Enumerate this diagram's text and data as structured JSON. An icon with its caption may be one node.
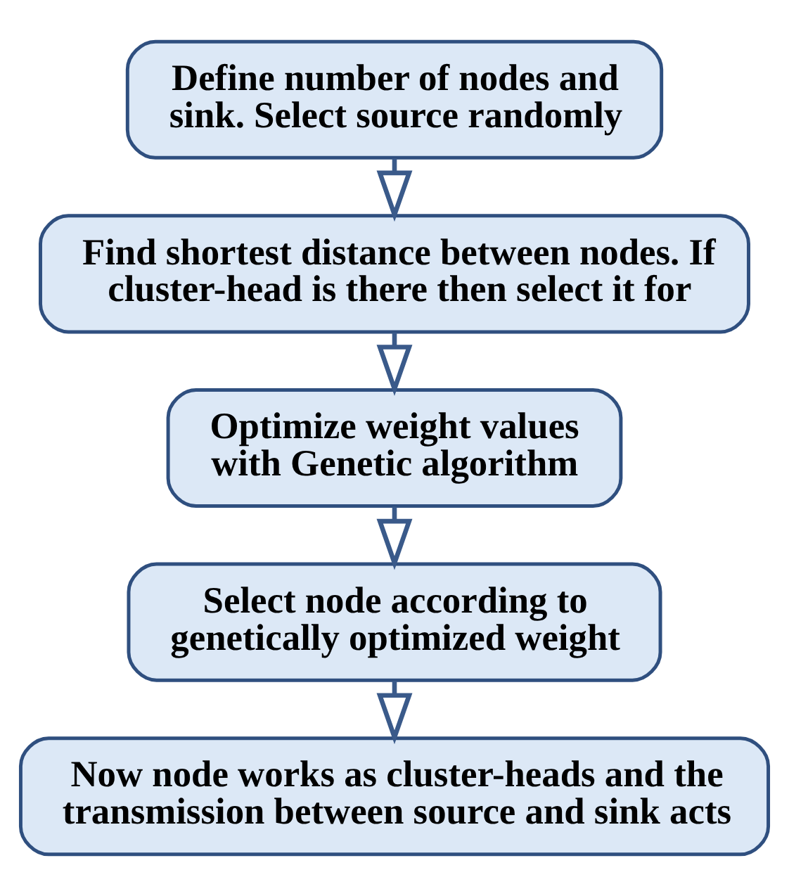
{
  "diagram": {
    "nodes": [
      {
        "text": [
          "Define number of nodes and sink. Select source randomly"
        ]
      },
      {
        "text": [
          "Find shortest distance between nodes. If cluster-head is there then select it for"
        ]
      },
      {
        "text": [
          "Optimize weight values with Genetic algorithm"
        ]
      },
      {
        "text": [
          "Select node according to genetically optimized weight"
        ]
      },
      {
        "text": [
          "Now node works as cluster-heads and the transmission between source and sink acts"
        ]
      }
    ],
    "edges": [
      {
        "from": 0,
        "to": 1,
        "arrow": "to"
      },
      {
        "from": 1,
        "to": 2,
        "arrow": "to"
      },
      {
        "from": 2,
        "to": 3,
        "arrow": "to"
      },
      {
        "from": 3,
        "to": 4,
        "arrow": "to"
      }
    ]
  }
}
